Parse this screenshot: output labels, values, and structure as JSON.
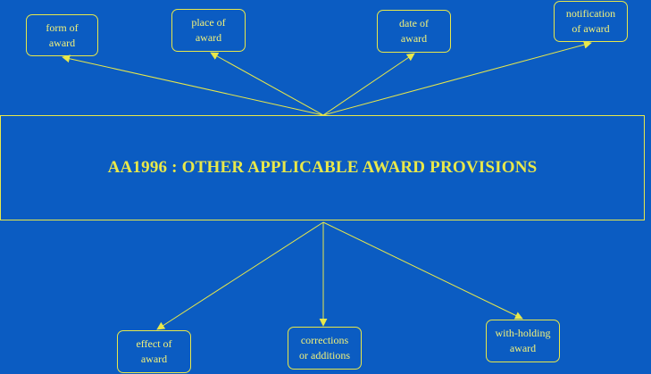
{
  "diagram": {
    "title": "AA1996 : OTHER APPLICABLE AWARD PROVISIONS",
    "colors": {
      "background": "#0b5cc2",
      "stroke": "#e8e84a",
      "text": "#f2f27a"
    },
    "top_nodes": [
      {
        "label": "form of\naward"
      },
      {
        "label": "place of\naward"
      },
      {
        "label": "date of\naward"
      },
      {
        "label": "notification\nof award"
      }
    ],
    "bottom_nodes": [
      {
        "label": "effect of\naward"
      },
      {
        "label": "corrections\nor additions"
      },
      {
        "label": "with-holding\naward"
      }
    ]
  }
}
